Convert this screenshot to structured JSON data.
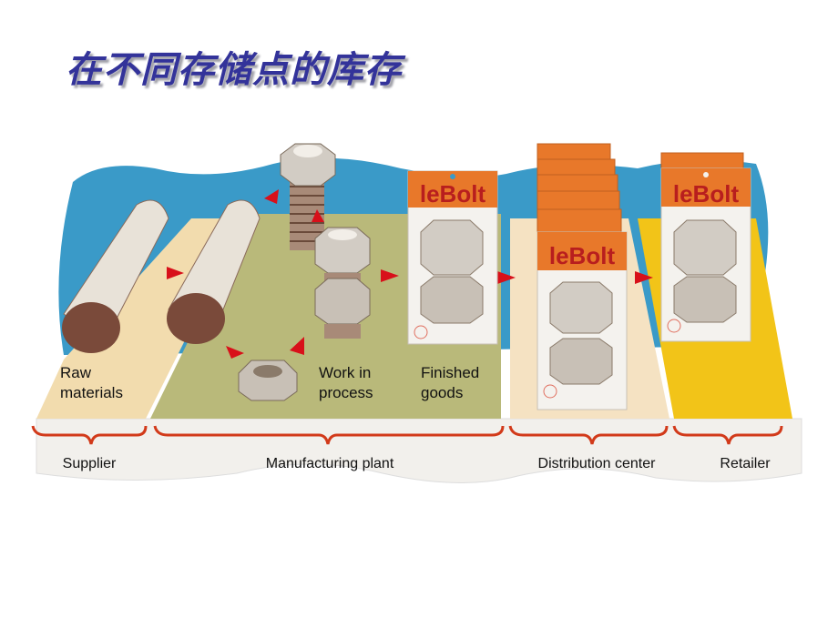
{
  "title": "在不同存储点的库存",
  "labels": {
    "raw_materials": [
      "Raw",
      "materials"
    ],
    "work_in_process": [
      "Work in",
      "process"
    ],
    "finished_goods": [
      "Finished",
      "goods"
    ]
  },
  "stages": {
    "supplier": "Supplier",
    "manufacturing_plant": "Manufacturing plant",
    "distribution_center": "Distribution center",
    "retailer": "Retailer"
  },
  "brand": "leBolt",
  "colors": {
    "title": "#33339a",
    "water": "#3a9ac8",
    "supplier_floor": "#f2dcae",
    "plant_floor": "#b9b97a",
    "dc_floor": "#f5e2c2",
    "retail_floor": "#f2c418",
    "bracket": "#d23a1a",
    "arrow": "#d8101a",
    "package_header": "#e8782a",
    "brand_text": "#b81e1e"
  }
}
